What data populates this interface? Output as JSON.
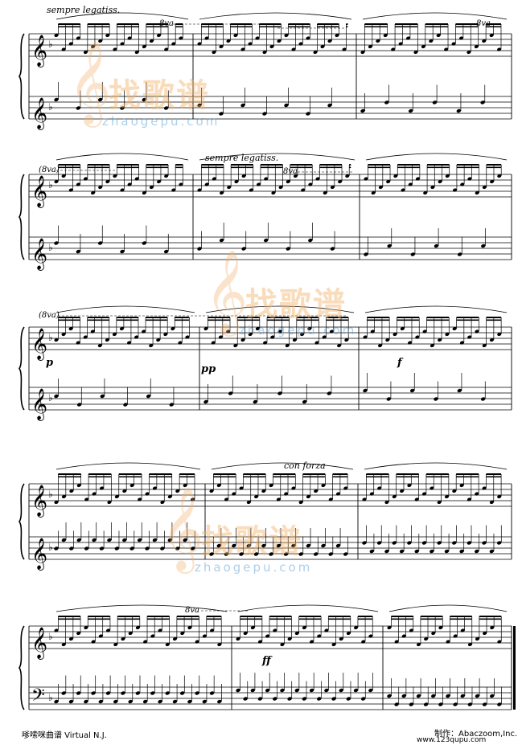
{
  "directions": {
    "sempre_legatiss_1": "sempre legatiss.",
    "sempre_legatiss_2": "sempre legatiss.",
    "con_forza": "con forza"
  },
  "ottava": {
    "s1_a": "8va",
    "s1_b": "8va",
    "s2_a": "(8va)",
    "s2_b": "8va",
    "s3_a": "(8va)",
    "s5_a": "8va"
  },
  "dynamics": {
    "p": "p",
    "pp": "pp",
    "f": "f",
    "ff": "ff"
  },
  "footer": {
    "left": "嗲嗦咪曲谱 Virtual N.J.",
    "right": "制作：Abaczoom,Inc.",
    "url": "www.123qupu.com"
  },
  "watermark": {
    "site_cn": "找歌谱",
    "site_en": "zhaogepu.com"
  },
  "colors": {
    "ink": "#000000",
    "watermark_orange": "#f2b26b",
    "watermark_blue": "#6aa8d8"
  }
}
